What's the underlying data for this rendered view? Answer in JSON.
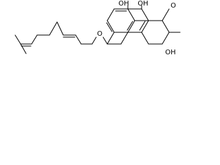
{
  "molecule": {
    "atom_labels": {
      "oh_peri_left": "OH",
      "oh_peri_right": "OH",
      "ketone_o": "O",
      "ether_o": "O",
      "oh_tertiary": "OH"
    }
  },
  "colors": {
    "bond": "#000000",
    "label": "#000000",
    "background": "#ffffff"
  }
}
